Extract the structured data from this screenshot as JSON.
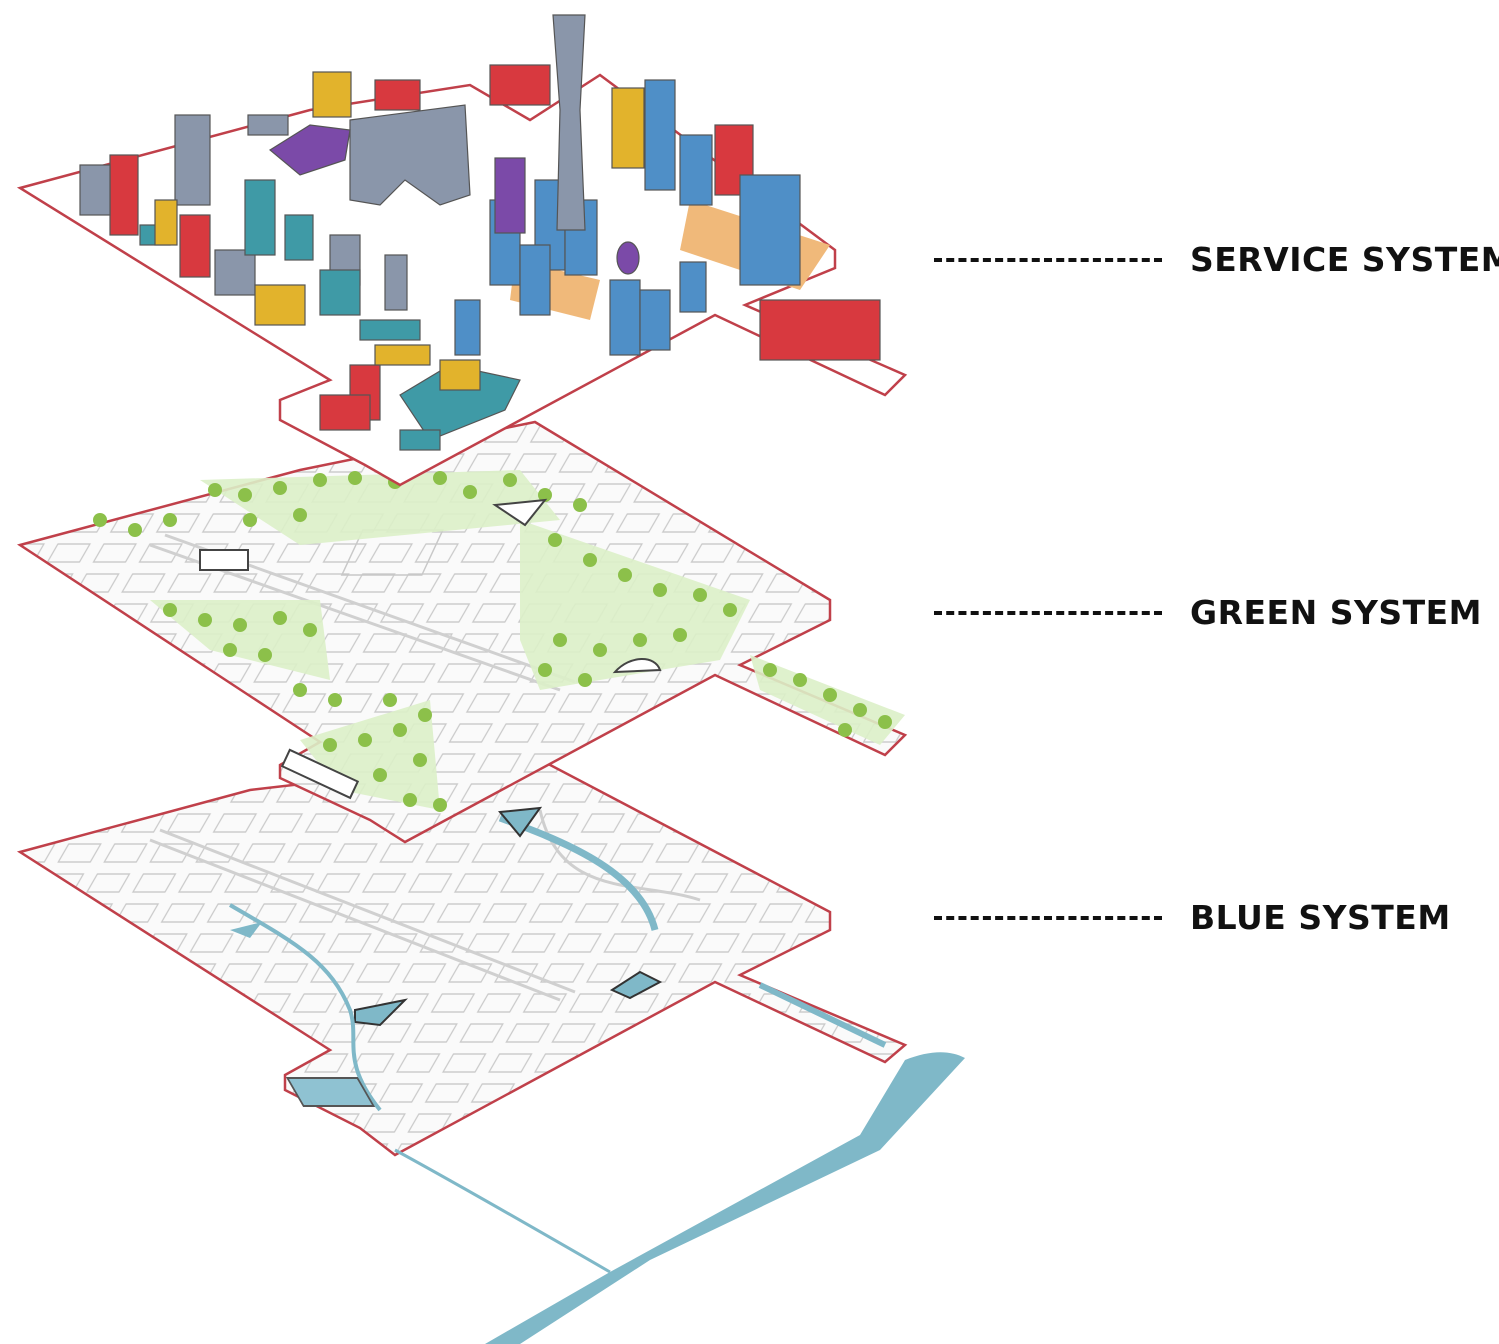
{
  "layers": {
    "service": {
      "label": "SERVICE SYSTEM"
    },
    "green": {
      "label": "GREEN SYSTEM"
    },
    "blue": {
      "label": "BLUE SYSTEM"
    }
  },
  "colors": {
    "boundary": "#c0404a",
    "water": "#7fb8c8",
    "tree_green": "#8cc04a",
    "lawn": "#dcefc8",
    "building_red": "#d8393f",
    "building_blue": "#4f8fc7",
    "building_gray": "#8a96aa",
    "building_teal": "#3f9aa6",
    "building_yellow": "#e2b32c",
    "building_purple": "#7b4aa8",
    "plinth_orange": "#f0b97a"
  }
}
